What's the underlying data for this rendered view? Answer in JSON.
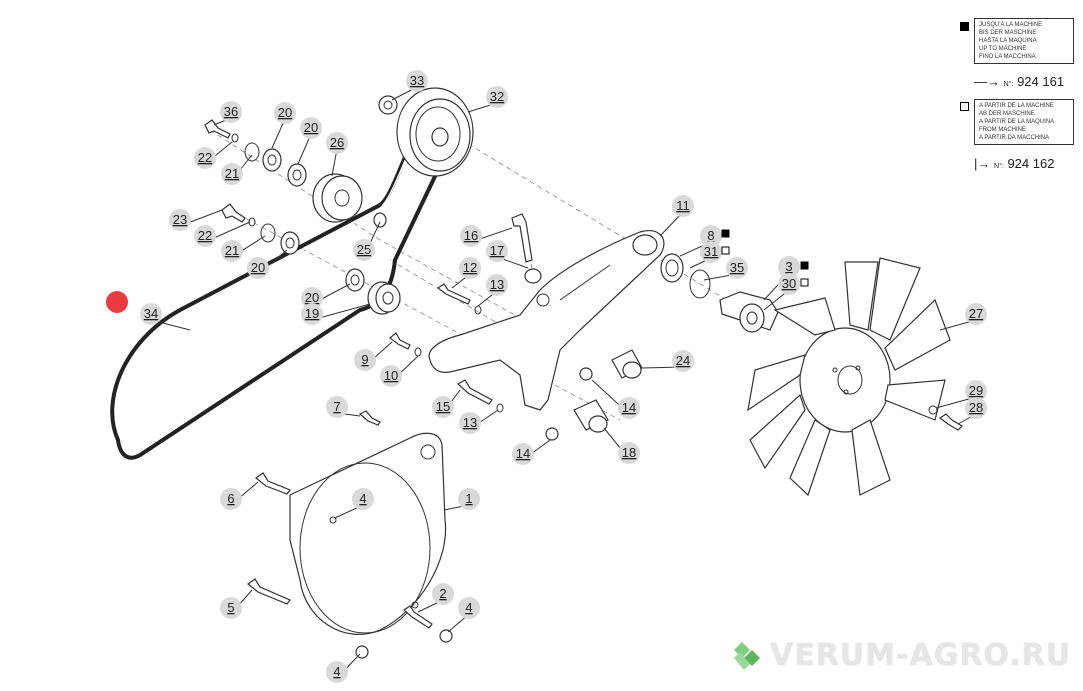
{
  "legend": {
    "until": {
      "lines": [
        "JUSQU'A LA MACHINE",
        "BIS DER MASCHINE",
        "HASTA LA MAQUINA",
        "UP TO MACHINE",
        "FINO LA MACCHINA"
      ],
      "prefix": "N°:",
      "number": "924 161"
    },
    "from": {
      "lines": [
        "A PARTIR DE LA MACHINE",
        "AB DER MASCHINE",
        "A PARTIR DE LA MAQUINA",
        "FROM MACHINE",
        "A PARTIR DA MACCHINA"
      ],
      "prefix": "N°:",
      "number": "924 162"
    }
  },
  "callouts": [
    {
      "id": "c33",
      "text": "33"
    },
    {
      "id": "c32",
      "text": "32"
    },
    {
      "id": "c36",
      "text": "36"
    },
    {
      "id": "c20a",
      "text": "20"
    },
    {
      "id": "c20b",
      "text": "20"
    },
    {
      "id": "c26",
      "text": "26"
    },
    {
      "id": "c22a",
      "text": "22"
    },
    {
      "id": "c21a",
      "text": "21"
    },
    {
      "id": "c23",
      "text": "23"
    },
    {
      "id": "c22b",
      "text": "22"
    },
    {
      "id": "c21b",
      "text": "21"
    },
    {
      "id": "c20c",
      "text": "20"
    },
    {
      "id": "c25",
      "text": "25"
    },
    {
      "id": "c20d",
      "text": "20"
    },
    {
      "id": "c19",
      "text": "19"
    },
    {
      "id": "c34",
      "text": "34"
    },
    {
      "id": "c16",
      "text": "16"
    },
    {
      "id": "c17",
      "text": "17"
    },
    {
      "id": "c12",
      "text": "12"
    },
    {
      "id": "c13a",
      "text": "13"
    },
    {
      "id": "c11",
      "text": "11"
    },
    {
      "id": "c8",
      "text": "8"
    },
    {
      "id": "c31",
      "text": "31"
    },
    {
      "id": "c35",
      "text": "35"
    },
    {
      "id": "c3",
      "text": "3"
    },
    {
      "id": "c30",
      "text": "30"
    },
    {
      "id": "c27",
      "text": "27"
    },
    {
      "id": "c9",
      "text": "9"
    },
    {
      "id": "c10",
      "text": "10"
    },
    {
      "id": "c24",
      "text": "24"
    },
    {
      "id": "c15",
      "text": "15"
    },
    {
      "id": "c13b",
      "text": "13"
    },
    {
      "id": "c14a",
      "text": "14"
    },
    {
      "id": "c7",
      "text": "7"
    },
    {
      "id": "c14b",
      "text": "14"
    },
    {
      "id": "c18",
      "text": "18"
    },
    {
      "id": "c29",
      "text": "29"
    },
    {
      "id": "c28",
      "text": "28"
    },
    {
      "id": "c6",
      "text": "6"
    },
    {
      "id": "c4a",
      "text": "4"
    },
    {
      "id": "c1",
      "text": "1"
    },
    {
      "id": "c5",
      "text": "5"
    },
    {
      "id": "c2",
      "text": "2"
    },
    {
      "id": "c4b",
      "text": "4"
    },
    {
      "id": "c4c",
      "text": "4"
    }
  ],
  "watermark": "VERUM-AGRO.RU",
  "colors": {
    "marker": "#e8262b",
    "label_bg": "#d9d9d9",
    "watermark": "#e6e6e6",
    "logo": "#5cb85c"
  }
}
